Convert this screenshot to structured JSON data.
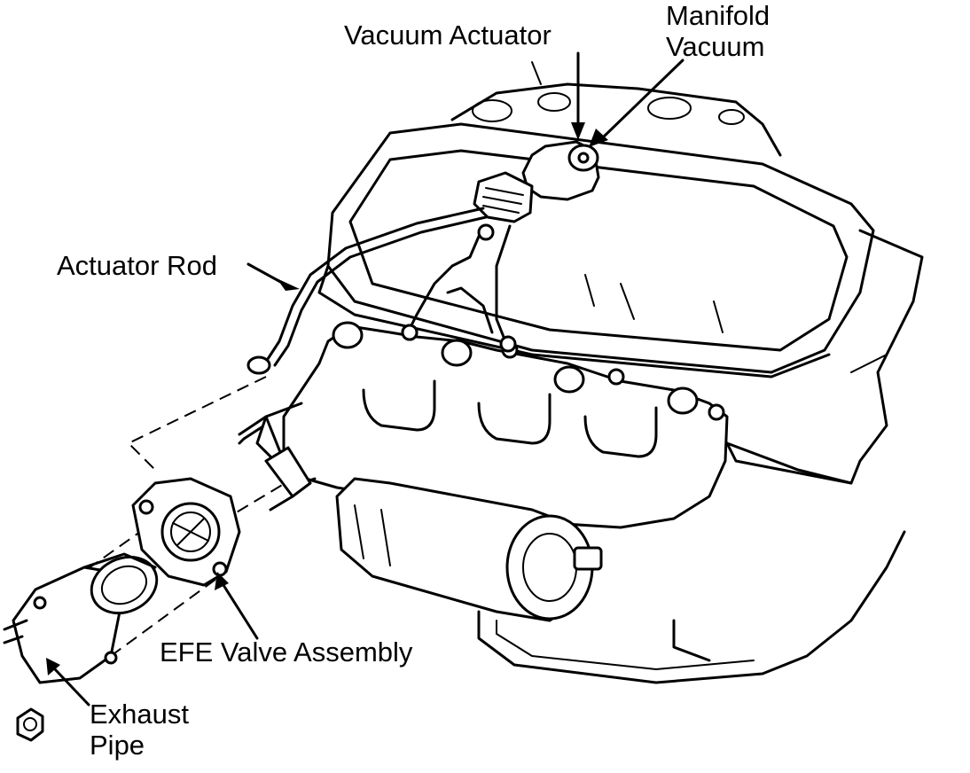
{
  "labels": {
    "vacuum_actuator": "Vacuum Actuator",
    "manifold_vacuum_line1": "Manifold",
    "manifold_vacuum_line2": "Vacuum",
    "actuator_rod": "Actuator Rod",
    "efe_valve_assembly": "EFE Valve Assembly",
    "exhaust_pipe_line1": "Exhaust",
    "exhaust_pipe_line2": "Pipe"
  },
  "colors": {
    "ink": "#000000",
    "background": "#ffffff"
  }
}
